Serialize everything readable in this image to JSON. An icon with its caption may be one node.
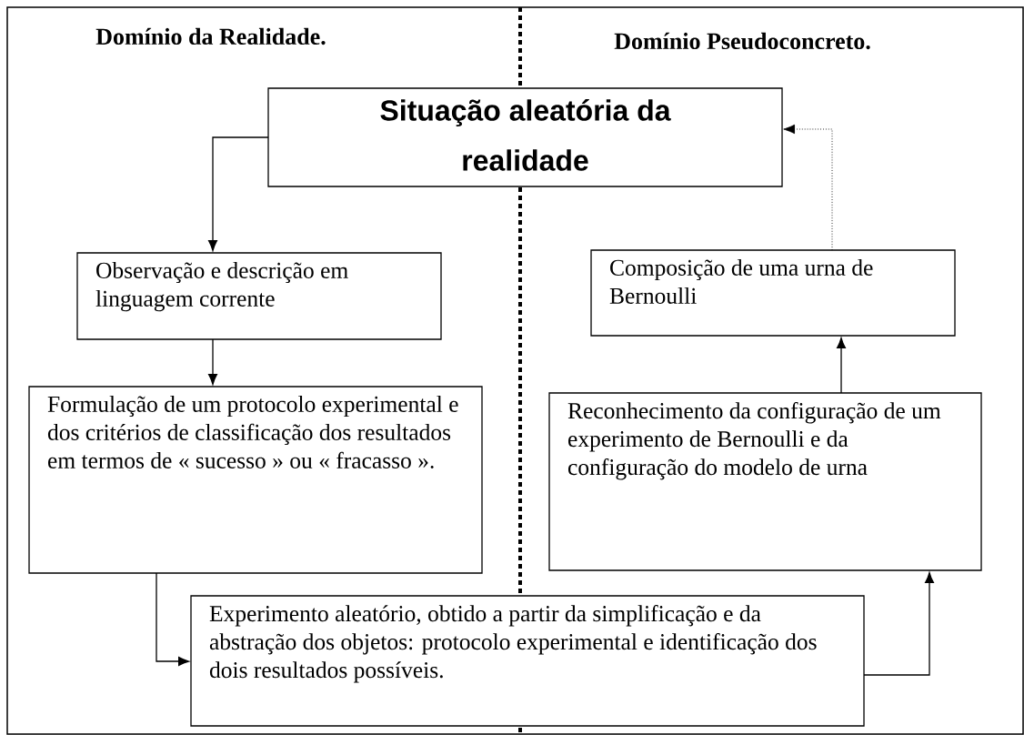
{
  "diagram": {
    "nodes": [
      {
        "text": [
          "Situação aleatória da realidade"
        ]
      },
      {
        "text": [
          "Observação e descrição em linguagem corrente"
        ]
      },
      {
        "text": [
          "Formulação de um protocolo experimental e dos critérios de classificação dos resultados em termos de « sucesso » ou « fracasso »."
        ]
      },
      {
        "text": [
          "Experimento aleatório, obtido a partir da simplificação e da abstração dos objetos: protocolo experimental e identificação dos dois resultados possíveis."
        ]
      },
      {
        "text": [
          "Reconhecimento da configuração de um experimento de Bernoulli e da configuração do modelo de urna"
        ]
      },
      {
        "text": [
          "Composição de uma urna de Bernoulli"
        ]
      }
    ],
    "edges": [
      {
        "from": 0,
        "to": 1,
        "arrow": "to"
      },
      {
        "from": 1,
        "to": 2,
        "arrow": "to"
      },
      {
        "from": 2,
        "to": 3,
        "arrow": "to"
      },
      {
        "from": 3,
        "to": 4,
        "arrow": "to"
      },
      {
        "from": 4,
        "to": 5,
        "arrow": "to"
      },
      {
        "from": 5,
        "to": 0,
        "arrow": "to",
        "style": "dashed"
      }
    ],
    "labels": [
      "Domínio da Realidade.",
      "Domínio Pseudoconcreto."
    ]
  }
}
